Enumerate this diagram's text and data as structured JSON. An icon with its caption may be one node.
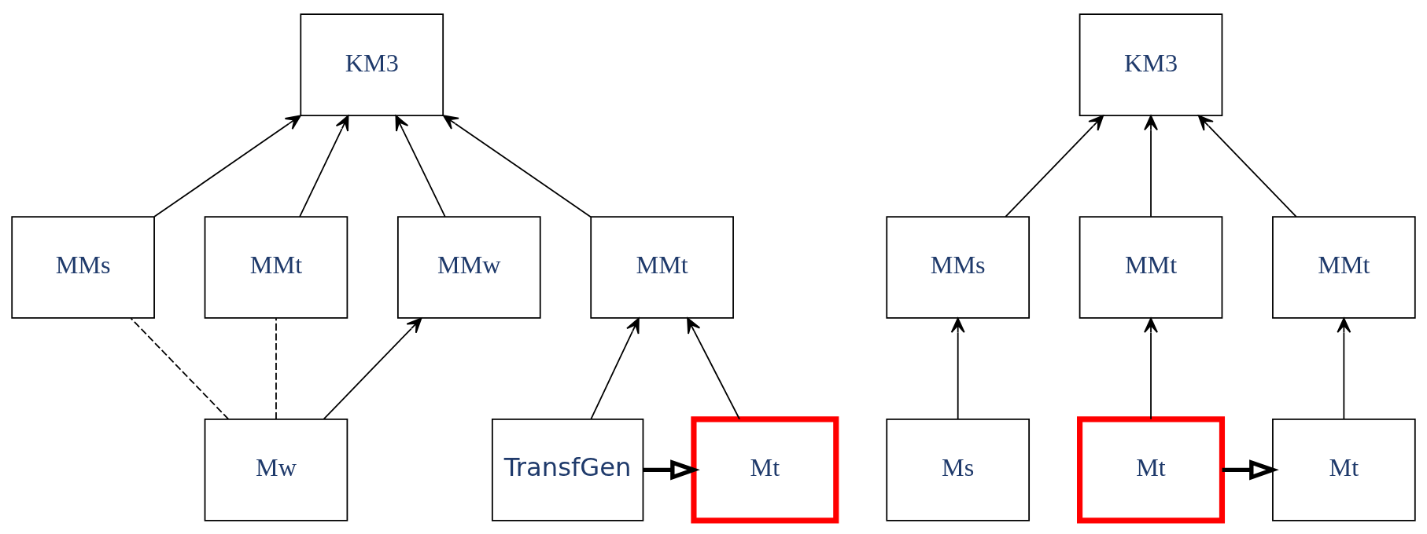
{
  "diagram": {
    "nodes": [
      {
        "text": [
          "KM3"
        ]
      },
      {
        "text": [
          "MMs"
        ]
      },
      {
        "text": [
          "MMt"
        ]
      },
      {
        "text": [
          "MMw"
        ]
      },
      {
        "text": [
          "MMt"
        ]
      },
      {
        "text": [
          "Mw"
        ]
      },
      {
        "text": [
          "TransfGen"
        ]
      },
      {
        "text": [
          "Mt"
        ]
      },
      {
        "text": [
          "KM3"
        ]
      },
      {
        "text": [
          "MMs"
        ]
      },
      {
        "text": [
          "MMt"
        ]
      },
      {
        "text": [
          "MMt"
        ]
      },
      {
        "text": [
          "Ms"
        ]
      },
      {
        "text": [
          "Mt"
        ]
      },
      {
        "text": [
          "Mt"
        ]
      }
    ],
    "edges": [
      {
        "from": 1,
        "to": 0,
        "arrow": "to"
      },
      {
        "from": 2,
        "to": 0,
        "arrow": "to"
      },
      {
        "from": 3,
        "to": 0,
        "arrow": "to"
      },
      {
        "from": 4,
        "to": 0,
        "arrow": "to"
      },
      {
        "from": 5,
        "to": 1,
        "arrow": "none",
        "style": "dashed"
      },
      {
        "from": 5,
        "to": 2,
        "arrow": "none",
        "style": "dashed"
      },
      {
        "from": 5,
        "to": 3,
        "arrow": "to"
      },
      {
        "from": 6,
        "to": 4,
        "arrow": "to"
      },
      {
        "from": 7,
        "to": 4,
        "arrow": "to"
      },
      {
        "from": 6,
        "to": 7,
        "arrow": "to",
        "style": "thick"
      },
      {
        "from": 9,
        "to": 8,
        "arrow": "to"
      },
      {
        "from": 10,
        "to": 8,
        "arrow": "to"
      },
      {
        "from": 11,
        "to": 8,
        "arrow": "to"
      },
      {
        "from": 12,
        "to": 9,
        "arrow": "to"
      },
      {
        "from": 13,
        "to": 10,
        "arrow": "to"
      },
      {
        "from": 14,
        "to": 11,
        "arrow": "to"
      },
      {
        "from": 13,
        "to": 14,
        "arrow": "to",
        "style": "thick"
      }
    ]
  }
}
